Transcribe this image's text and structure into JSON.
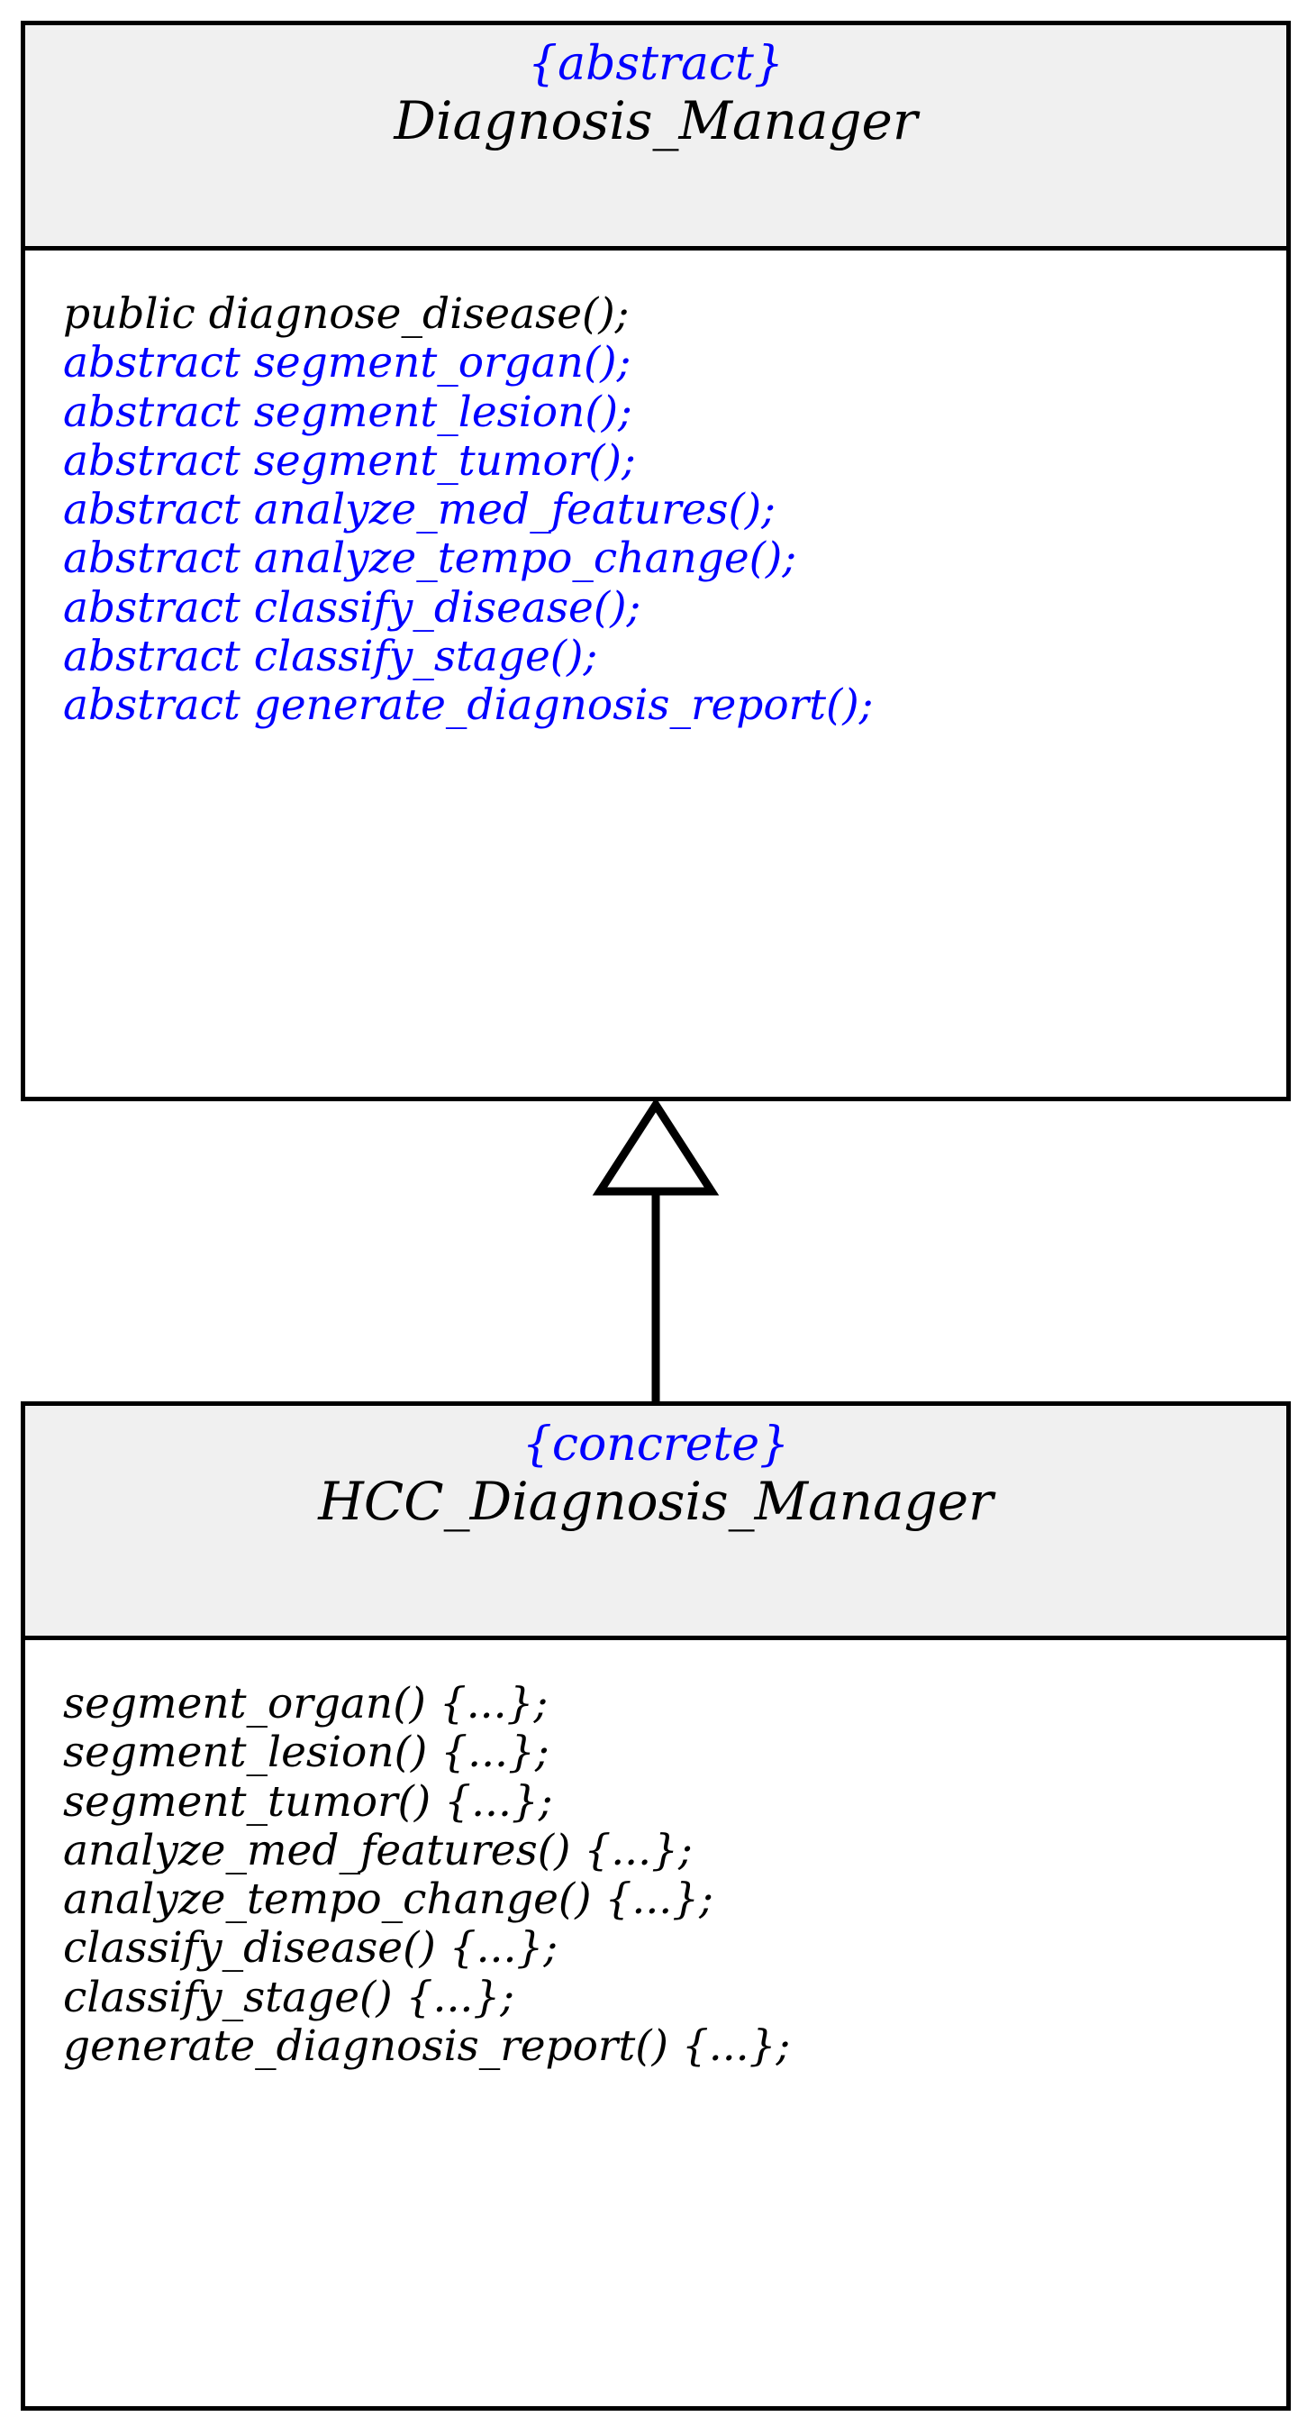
{
  "diagram": {
    "type": "uml-class-diagram",
    "colors": {
      "abstract_member": "#0000FF",
      "concrete_member": "#000000",
      "stereotype": "#0000FF",
      "class_name": "#000000",
      "header_fill": "#F0F0F0",
      "body_fill": "#FFFFFF",
      "border": "#000000",
      "background": "#FFFFFF"
    },
    "relationship": {
      "name": "generalization",
      "kind": "inheritance",
      "arrowhead": "hollow-triangle",
      "from": "HCC_Diagnosis_Manager",
      "to": "Diagnosis_Manager"
    },
    "classes": [
      {
        "id": "abstract-class",
        "stereotype": "{abstract}",
        "name": "Diagnosis_Manager",
        "members": [
          {
            "text": "public diagnose_disease();",
            "abstract": false
          },
          {
            "text": "abstract segment_organ();",
            "abstract": true
          },
          {
            "text": "abstract segment_lesion();",
            "abstract": true
          },
          {
            "text": "abstract segment_tumor();",
            "abstract": true
          },
          {
            "text": "abstract analyze_med_features();",
            "abstract": true
          },
          {
            "text": "abstract analyze_tempo_change();",
            "abstract": true
          },
          {
            "text": "abstract classify_disease();",
            "abstract": true
          },
          {
            "text": "abstract classify_stage();",
            "abstract": true
          },
          {
            "text": "abstract generate_diagnosis_report();",
            "abstract": true
          }
        ]
      },
      {
        "id": "concrete-class",
        "stereotype": "{concrete}",
        "name": "HCC_Diagnosis_Manager",
        "members": [
          {
            "text": "segment_organ() {...};",
            "abstract": false
          },
          {
            "text": "segment_lesion() {...};",
            "abstract": false
          },
          {
            "text": "segment_tumor() {...};",
            "abstract": false
          },
          {
            "text": "analyze_med_features() {...};",
            "abstract": false
          },
          {
            "text": "analyze_tempo_change() {...};",
            "abstract": false
          },
          {
            "text": "classify_disease() {...};",
            "abstract": false
          },
          {
            "text": "classify_stage() {...};",
            "abstract": false
          },
          {
            "text": "generate_diagnosis_report() {...};",
            "abstract": false
          }
        ]
      }
    ]
  }
}
